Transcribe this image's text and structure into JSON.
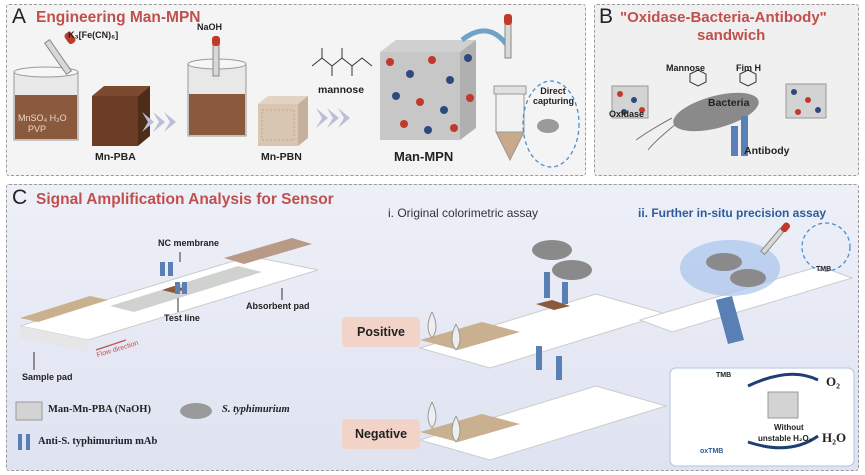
{
  "panelA": {
    "letter": "A",
    "title": "Engineering Man-MPN",
    "reagent_k3": "K₃[Fe(CN)₆]",
    "reagent_naoh": "NaOH",
    "beaker_text_1": "MnSO₄ H₂O",
    "beaker_text_2": "PVP",
    "mn_pba": "Mn-PBA",
    "mn_pbn": "Mn-PBN",
    "mannose": "mannose",
    "man_mpn": "Man-MPN",
    "direct_capturing": "Direct capturing"
  },
  "panelB": {
    "letter": "B",
    "title_line1": "\"Oxidase-Bacteria-Antibody\"",
    "title_line2": "sandwich",
    "mannose": "Mannose",
    "fim_h": "Fim H",
    "bacteria": "Bacteria",
    "oxidase": "Oxidase",
    "antibody": "Antibody"
  },
  "panelC": {
    "letter": "C",
    "title": "Signal Amplification Analysis for Sensor",
    "subtitle_i": "i. Original colorimetric assay",
    "subtitle_ii": "ii. Further in-situ precision assay",
    "nc_membrane": "NC membrane",
    "absorbent_pad": "Absorbent pad",
    "test_line": "Test line",
    "flow_direction": "Flow direction",
    "sample_pad": "Sample pad",
    "positive": "Positive",
    "negative": "Negative",
    "tmb": "TMB",
    "tmb2": "TMB",
    "oxtmb": "oxTMB",
    "o2": "O₂",
    "h2o": "H₂O",
    "without_1": "Without",
    "without_2": "unstable H₂O₂",
    "legend_man": "Man-Mn-PBA (NaOH)",
    "legend_bact": "S. typhimurium",
    "legend_ab": "Anti-S. typhimurium mAb"
  },
  "colors": {
    "title_red": "#c0504d",
    "bacteria_gray": "#8a8a8a",
    "antibody_blue": "#5a7fb5",
    "cube_brown": "#6b3d25",
    "pad_tan": "#c9b08e"
  }
}
